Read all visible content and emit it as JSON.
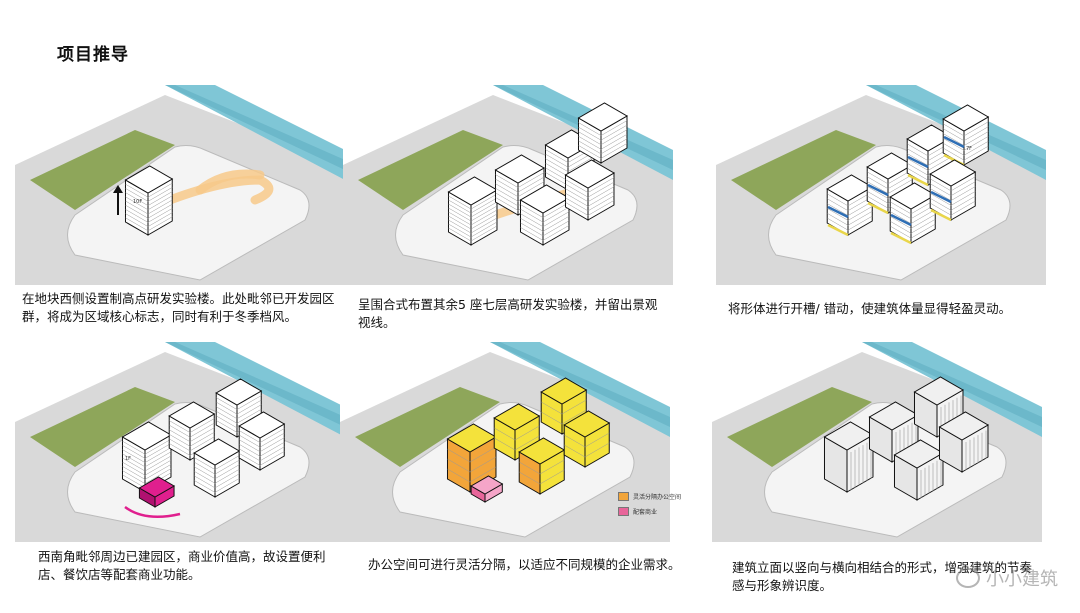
{
  "title": "项目推导",
  "panels": [
    {
      "caption": "在地块西侧设置制高点研发实验楼。此处毗邻已开发园区群，将成为区域核心标志，同时有利于冬季档风。",
      "label": "10F"
    },
    {
      "caption": "呈围合式布置其余5 座七层高研发实验楼，并留出景观视线。",
      "label": ""
    },
    {
      "caption": "将形体进行开槽/ 错动，使建筑体量显得轻盈灵动。",
      "label": "7F"
    },
    {
      "caption": "西南角毗邻周边已建园区，商业价值高，故设置便利店、餐饮店等配套商业功能。",
      "label": "1F"
    },
    {
      "caption": "办公空间可进行灵活分隔，以适应不同规模的企业需求。",
      "label": ""
    },
    {
      "caption": "建筑立面以竖向与横向相结合的形式，增强建筑的节奏感与形象辨识度。",
      "label": ""
    }
  ],
  "legend": [
    {
      "label": "灵活分隔办公空间",
      "color": "#f2a53a"
    },
    {
      "label": "配套商业",
      "color": "#e8659a"
    }
  ],
  "watermark": "小小建筑",
  "colors": {
    "grass": "#8ea65a",
    "river": "#7fc6d6",
    "road": "#d9d9d9",
    "site": "#f4f4f4",
    "yellow": "#f4e23b",
    "orange": "#f2a53a",
    "magenta": "#e01f8e",
    "arrow": "#f7c98a"
  }
}
